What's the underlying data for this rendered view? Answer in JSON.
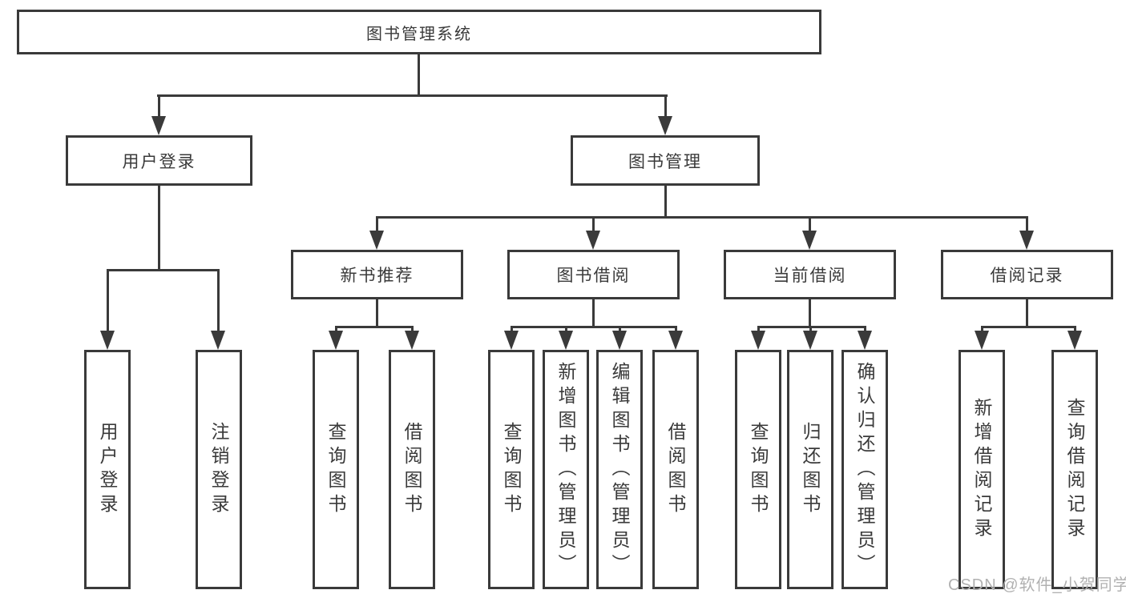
{
  "title": {
    "root": "图书管理系统"
  },
  "level2": {
    "user_login": "用户登录",
    "book_mgmt": "图书管理"
  },
  "level3": {
    "new_books": "新书推荐",
    "book_borrow": "图书借阅",
    "current_borrow": "当前借阅",
    "borrow_records": "借阅记录"
  },
  "leaves": {
    "user": [
      "用户登录",
      "注销登录"
    ],
    "new_books": [
      "查询图书",
      "借阅图书"
    ],
    "book_borrow": [
      "查询图书",
      "新增图书（管理员）",
      "编辑图书（管理员）",
      "借阅图书"
    ],
    "current_borrow": [
      "查询图书",
      "归还图书",
      "确认归还（管理员）"
    ],
    "borrow_records": [
      "新增借阅记录",
      "查询借阅记录"
    ]
  },
  "watermark": "CSDN @软件_小贺同学",
  "colors": {
    "line": "#3a3a3a",
    "text": "#3a3a3a",
    "watermark": "#b1b1b1",
    "background": "#ffffff"
  }
}
